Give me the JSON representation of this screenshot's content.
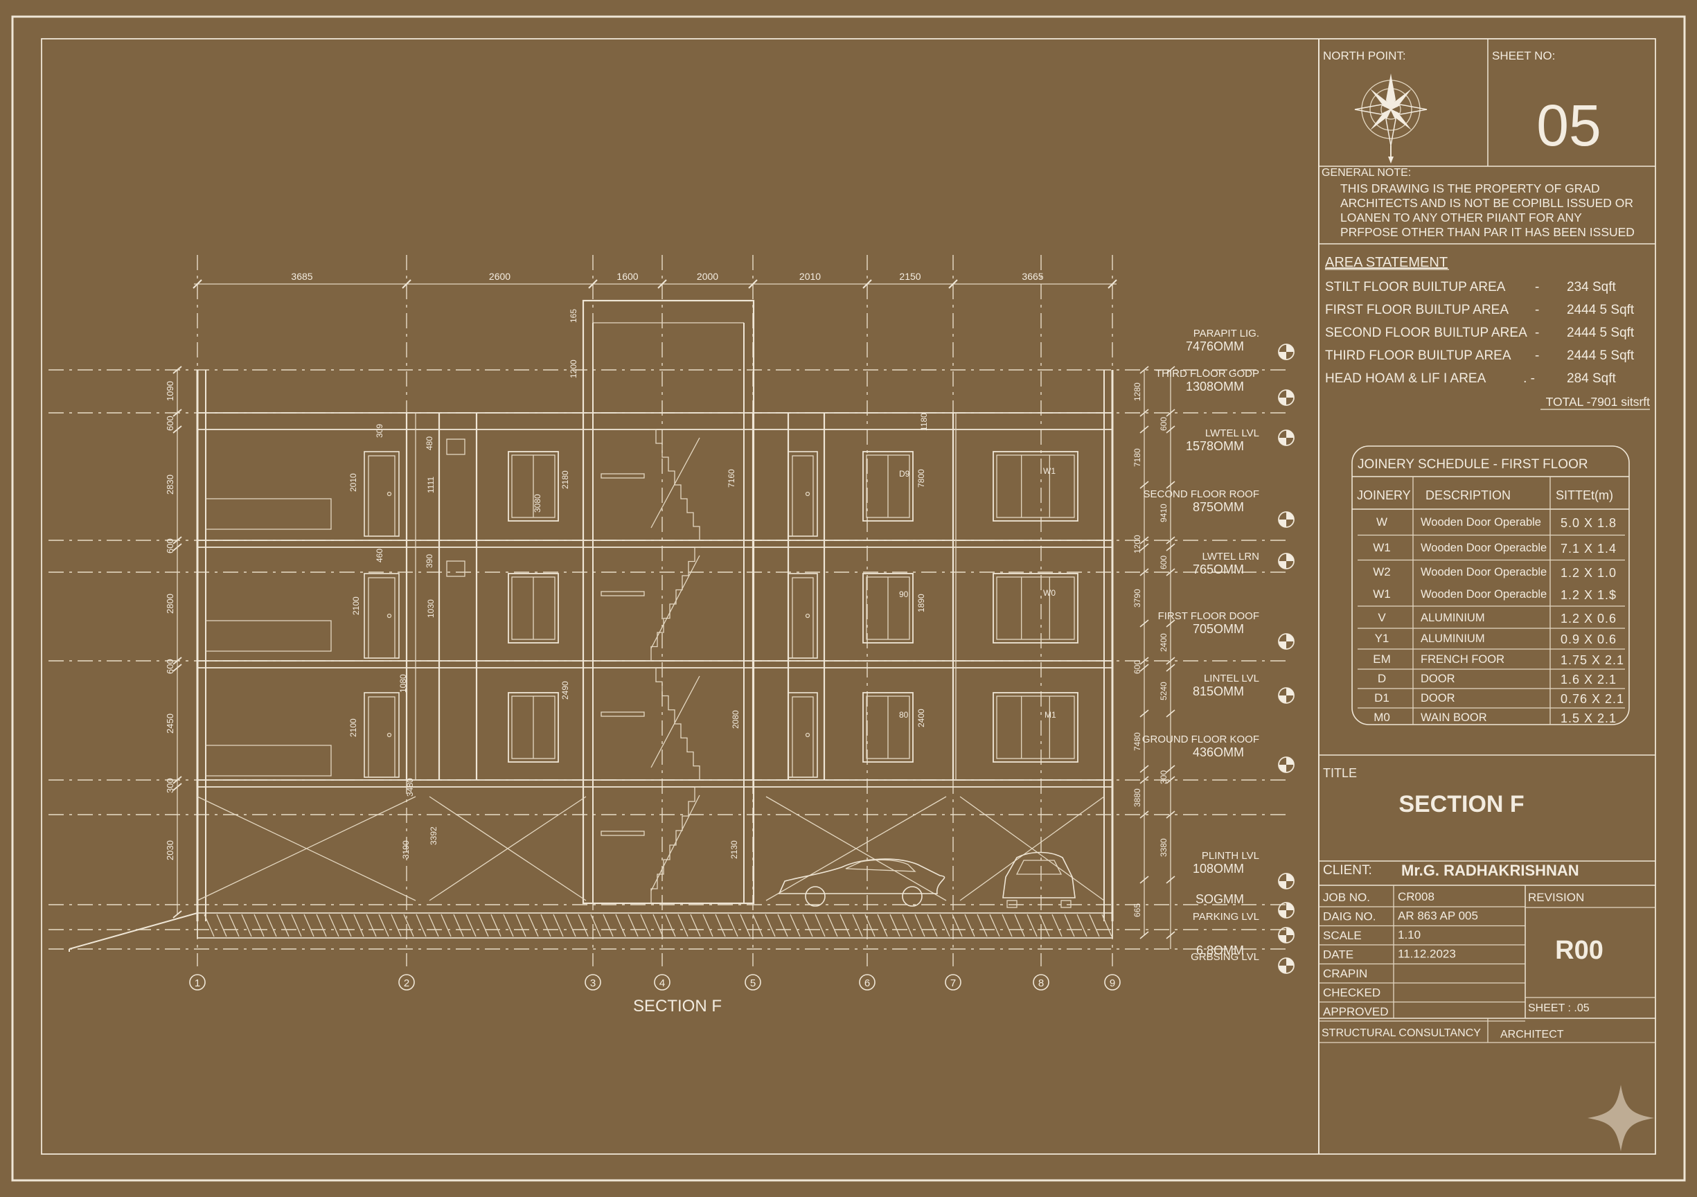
{
  "colors": {
    "background": "#7e6442",
    "ink": "#f3ece0"
  },
  "drawing": {
    "caption": "SECTION F",
    "top_dimensions": [
      "3685",
      "2600",
      "1600",
      "2000",
      "2010",
      "2150",
      "3665"
    ],
    "grid_labels": [
      "1",
      "2",
      "3",
      "4",
      "5",
      "6",
      "7",
      "8",
      "9"
    ],
    "left_dims": [
      "1090",
      "600",
      "2830",
      "600",
      "2800",
      "600",
      "2450",
      "300",
      "2030"
    ],
    "right_dims": [
      "1280",
      "600",
      "7180",
      "9410",
      "1200",
      "600",
      "3790",
      "2400",
      "600",
      "5240",
      "7480",
      "300",
      "3880",
      "3380",
      "665"
    ],
    "stair_dims": [
      "165",
      "1200"
    ],
    "level_labels": [
      {
        "name": "PARAPIT LIG.",
        "value": "7476OMM"
      },
      {
        "name": "THIRD FLOOR GODP",
        "value": "1308OMM"
      },
      {
        "name": "LWTEL LVL",
        "value": "1578OMM"
      },
      {
        "name": "SECOND FLOOR ROOF",
        "value": "875OMM"
      },
      {
        "name": "LWTEL LRN",
        "value": "765OMM"
      },
      {
        "name": "FIRST FLOOR DOOF",
        "value": "705OMM"
      },
      {
        "name": "LINTEL LVL",
        "value": "815OMM"
      },
      {
        "name": "GROUND FLOOR KOOF",
        "value": "436OMM"
      },
      {
        "name": "PLINTH LVL",
        "value": "108OMM"
      },
      {
        "name": "",
        "value": "SOGMM"
      },
      {
        "name": "PARKING LVL",
        "value": ""
      },
      {
        "name": "",
        "value": "6.8OMM"
      },
      {
        "name": "GRBSING LVL",
        "value": ""
      }
    ],
    "room_tags": [
      "309",
      "2010",
      "2100",
      "1111",
      "1030",
      "480",
      "390",
      "3080",
      "2180",
      "2490",
      "2080",
      "2130",
      "7160",
      "1180",
      "7800",
      "1890",
      "2400",
      "D9",
      "90",
      "80",
      "W1",
      "W0",
      "M1",
      "460",
      "3480",
      "2100",
      "3190",
      "3392",
      "1080"
    ]
  },
  "north_point": {
    "label": "NORTH POINT:"
  },
  "sheet_no": {
    "label": "SHEET NO:",
    "value": "05"
  },
  "general_note": {
    "label": "GENERAL NOTE:",
    "lines": [
      "THIS DRAWING IS THE PROPERTY OF GRAD",
      "ARCHITECTS AND IS NOT BE COPIBLL ISSUED OR",
      "LOANEN TO ANY OTHER PIIANT FOR ANY",
      "PRFPOSE OTHER THAN PAR IT HAS BEEN ISSUED"
    ]
  },
  "area_statement": {
    "title": "AREA STATEMENT",
    "rows": [
      {
        "label": "STILT FLOOR BUILTUP AREA",
        "sep": "-",
        "value": "234 Sqft"
      },
      {
        "label": "FIRST FLOOR BUILTUP AREA",
        "sep": "-",
        "value": "2444 5 Sqft"
      },
      {
        "label": "SECOND FLOOR BUILTUP AREA",
        "sep": "-",
        "value": "2444 5 Sqft"
      },
      {
        "label": "THIRD FLOOR BUILTUP AREA",
        "sep": "-",
        "value": "2444 5 Sqft"
      },
      {
        "label": "HEAD HOAM & LIF I AREA",
        "sep": ".       -",
        "value": "284 Sqft"
      }
    ],
    "total": "TOTAL -7901 sitsrft"
  },
  "joinery": {
    "title": "JOINERY SCHEDULE - FIRST FLOOR",
    "headers": [
      "JOINERY",
      "DESCRIPTION",
      "SITTEt(m)"
    ],
    "rows": [
      {
        "code": "W",
        "desc": "Wooden Door Operable",
        "size": "5.0 X 1.8"
      },
      {
        "code": "W1",
        "desc": "Wooden Door Operacble",
        "size": "7.1 X 1.4"
      },
      {
        "code": "W2",
        "desc": "Wooden Door Operacble",
        "size": "1.2 X 1.0"
      },
      {
        "code": "W1",
        "desc": "Wooden Door Operacble",
        "size": "1.2 X 1.$"
      },
      {
        "code": "V",
        "desc": "ALUMINIUM",
        "size": "1.2 X 0.6"
      },
      {
        "code": "Y1",
        "desc": "ALUMINIUM",
        "size": "0.9 X 0.6"
      },
      {
        "code": "EM",
        "desc": "FRENCH FOOR",
        "size": "1.75 X 2.1"
      },
      {
        "code": "D",
        "desc": "DOOR",
        "size": "1.6 X 2.1"
      },
      {
        "code": "D1",
        "desc": "DOOR",
        "size": "0.76 X 2.1"
      },
      {
        "code": "M0",
        "desc": "WAIN BOOR",
        "size": "1.5 X 2.1"
      }
    ]
  },
  "title_block": {
    "title_label": "TITLE",
    "title": "SECTION F",
    "client_label": "CLIENT:",
    "client": "Mr.G. RADHAKRISHNAN",
    "fields": [
      {
        "label": "JOB NO.",
        "value": "CR008"
      },
      {
        "label": "DAIG NO.",
        "value": "AR 863 AP 005"
      },
      {
        "label": "SCALE",
        "value": "1.10"
      },
      {
        "label": "DATE",
        "value": "11.12.2023"
      },
      {
        "label": "CRAPIN",
        "value": ""
      },
      {
        "label": "CHECKED",
        "value": ""
      },
      {
        "label": "APPROVED",
        "value": ""
      }
    ],
    "revision_label": "REVISION",
    "revision": "R00",
    "sheet": "SHEET : .05",
    "structural": "STRUCTURAL CONSULTANCY",
    "architect": "ARCHITECT"
  }
}
